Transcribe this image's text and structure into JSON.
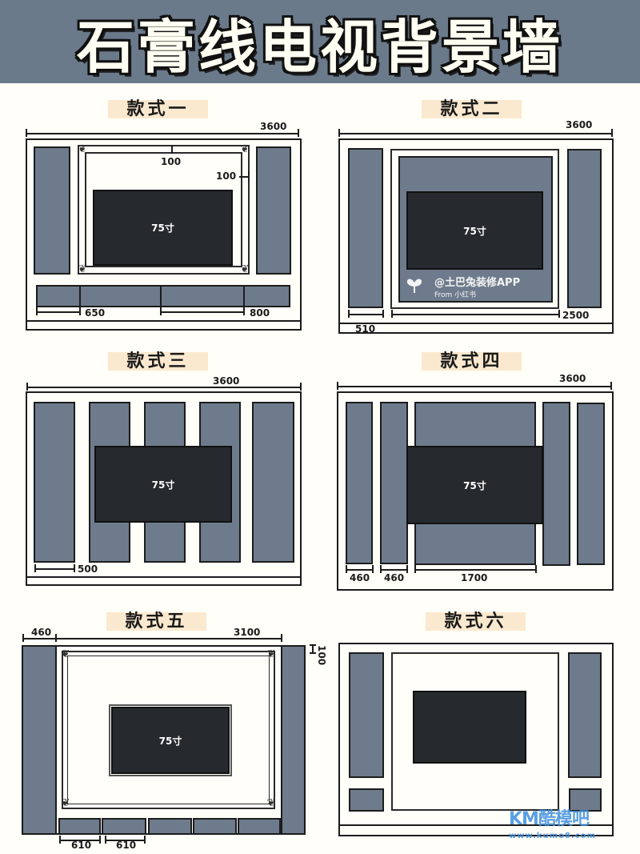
{
  "header": {
    "title": "石膏线电视背景墙"
  },
  "styles": [
    {
      "label": "款式一",
      "tv_label": "75寸",
      "dims": {
        "width": "3600",
        "moulding_top": "100",
        "moulding_side": "100",
        "bottom_left": "650",
        "bottom_right": "800"
      }
    },
    {
      "label": "款式二",
      "tv_label": "75寸",
      "dims": {
        "width": "3600",
        "center_width": "2500",
        "side_panel": "510"
      }
    },
    {
      "label": "款式三",
      "tv_label": "75寸",
      "dims": {
        "width": "3600",
        "panel_width": "500"
      }
    },
    {
      "label": "款式四",
      "tv_label": "75寸",
      "dims": {
        "width": "3600",
        "panel_a": "460",
        "panel_b": "460",
        "center_panel": "1700"
      }
    },
    {
      "label": "款式五",
      "tv_label": "75寸",
      "dims": {
        "side_panel": "460",
        "center_width": "3100",
        "top_gap": "100",
        "drawer_a": "610",
        "drawer_b": "610"
      }
    },
    {
      "label": "款式六",
      "tv_label": ""
    }
  ],
  "watermarks": {
    "app": "@土巴兔装修APP",
    "from": "From 小红书",
    "site_logo": "KM酷模吧",
    "site_url": "www.kumo8.com"
  },
  "colors": {
    "banner": "#6b7a8b",
    "panel": "#6e7b8c",
    "tv": "#26292d",
    "label_bg": "#fbe9cf",
    "background": "#fffef8"
  }
}
